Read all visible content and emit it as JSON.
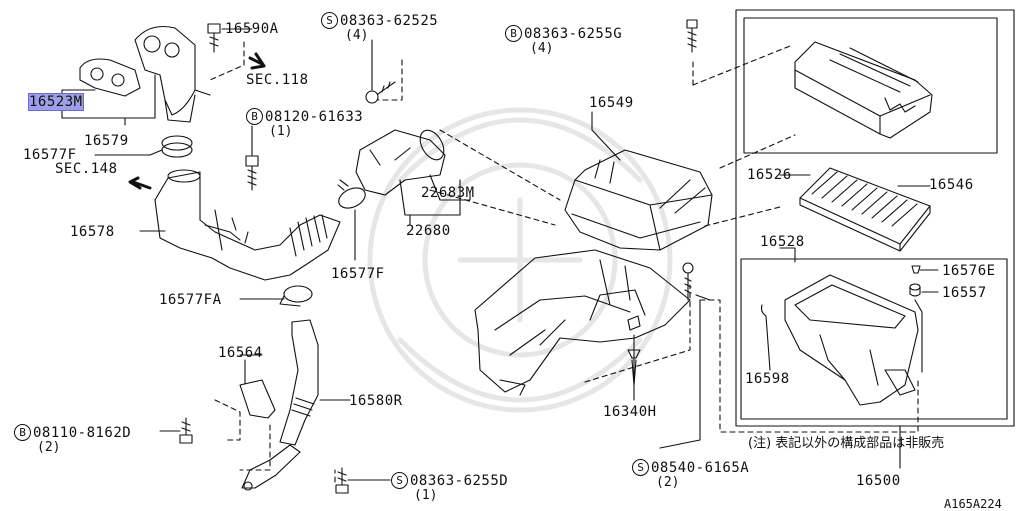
{
  "parts": {
    "p16590A": "16590A",
    "p16523M": "16523M",
    "p16579": "16579",
    "p16577F_left": "16577F",
    "p16578": "16578",
    "p16577F_mid": "16577F",
    "p16577FA": "16577FA",
    "p16564": "16564",
    "p16580R": "16580R",
    "p16549": "16549",
    "p22683M": "22683M",
    "p22680": "22680",
    "p16340H": "16340H",
    "p16526": "16526",
    "p16546": "16546",
    "p16528": "16528",
    "p16576E": "16576E",
    "p16557": "16557",
    "p16598": "16598",
    "p16500": "16500"
  },
  "refs": {
    "sec118": "SEC.118",
    "sec148": "SEC.148"
  },
  "bolts": {
    "b08363_62525": {
      "prefix": "S",
      "num": "08363-62525",
      "qty": "(4)"
    },
    "b08363_6255G": {
      "prefix": "B",
      "num": "08363-6255G",
      "qty": "(4)"
    },
    "b08120_61633": {
      "prefix": "B",
      "num": "08120-61633",
      "qty": "(1)"
    },
    "b08110_8162D": {
      "prefix": "B",
      "num": "08110-8162D",
      "qty": "(2)"
    },
    "b08363_6255D": {
      "prefix": "S",
      "num": "08363-6255D",
      "qty": "(1)"
    },
    "b08540_6165A": {
      "prefix": "S",
      "num": "08540-6165A",
      "qty": "(2)"
    }
  },
  "note": "(注) 表記以外の構成部品は非販売",
  "diagram_code": "A165A224"
}
